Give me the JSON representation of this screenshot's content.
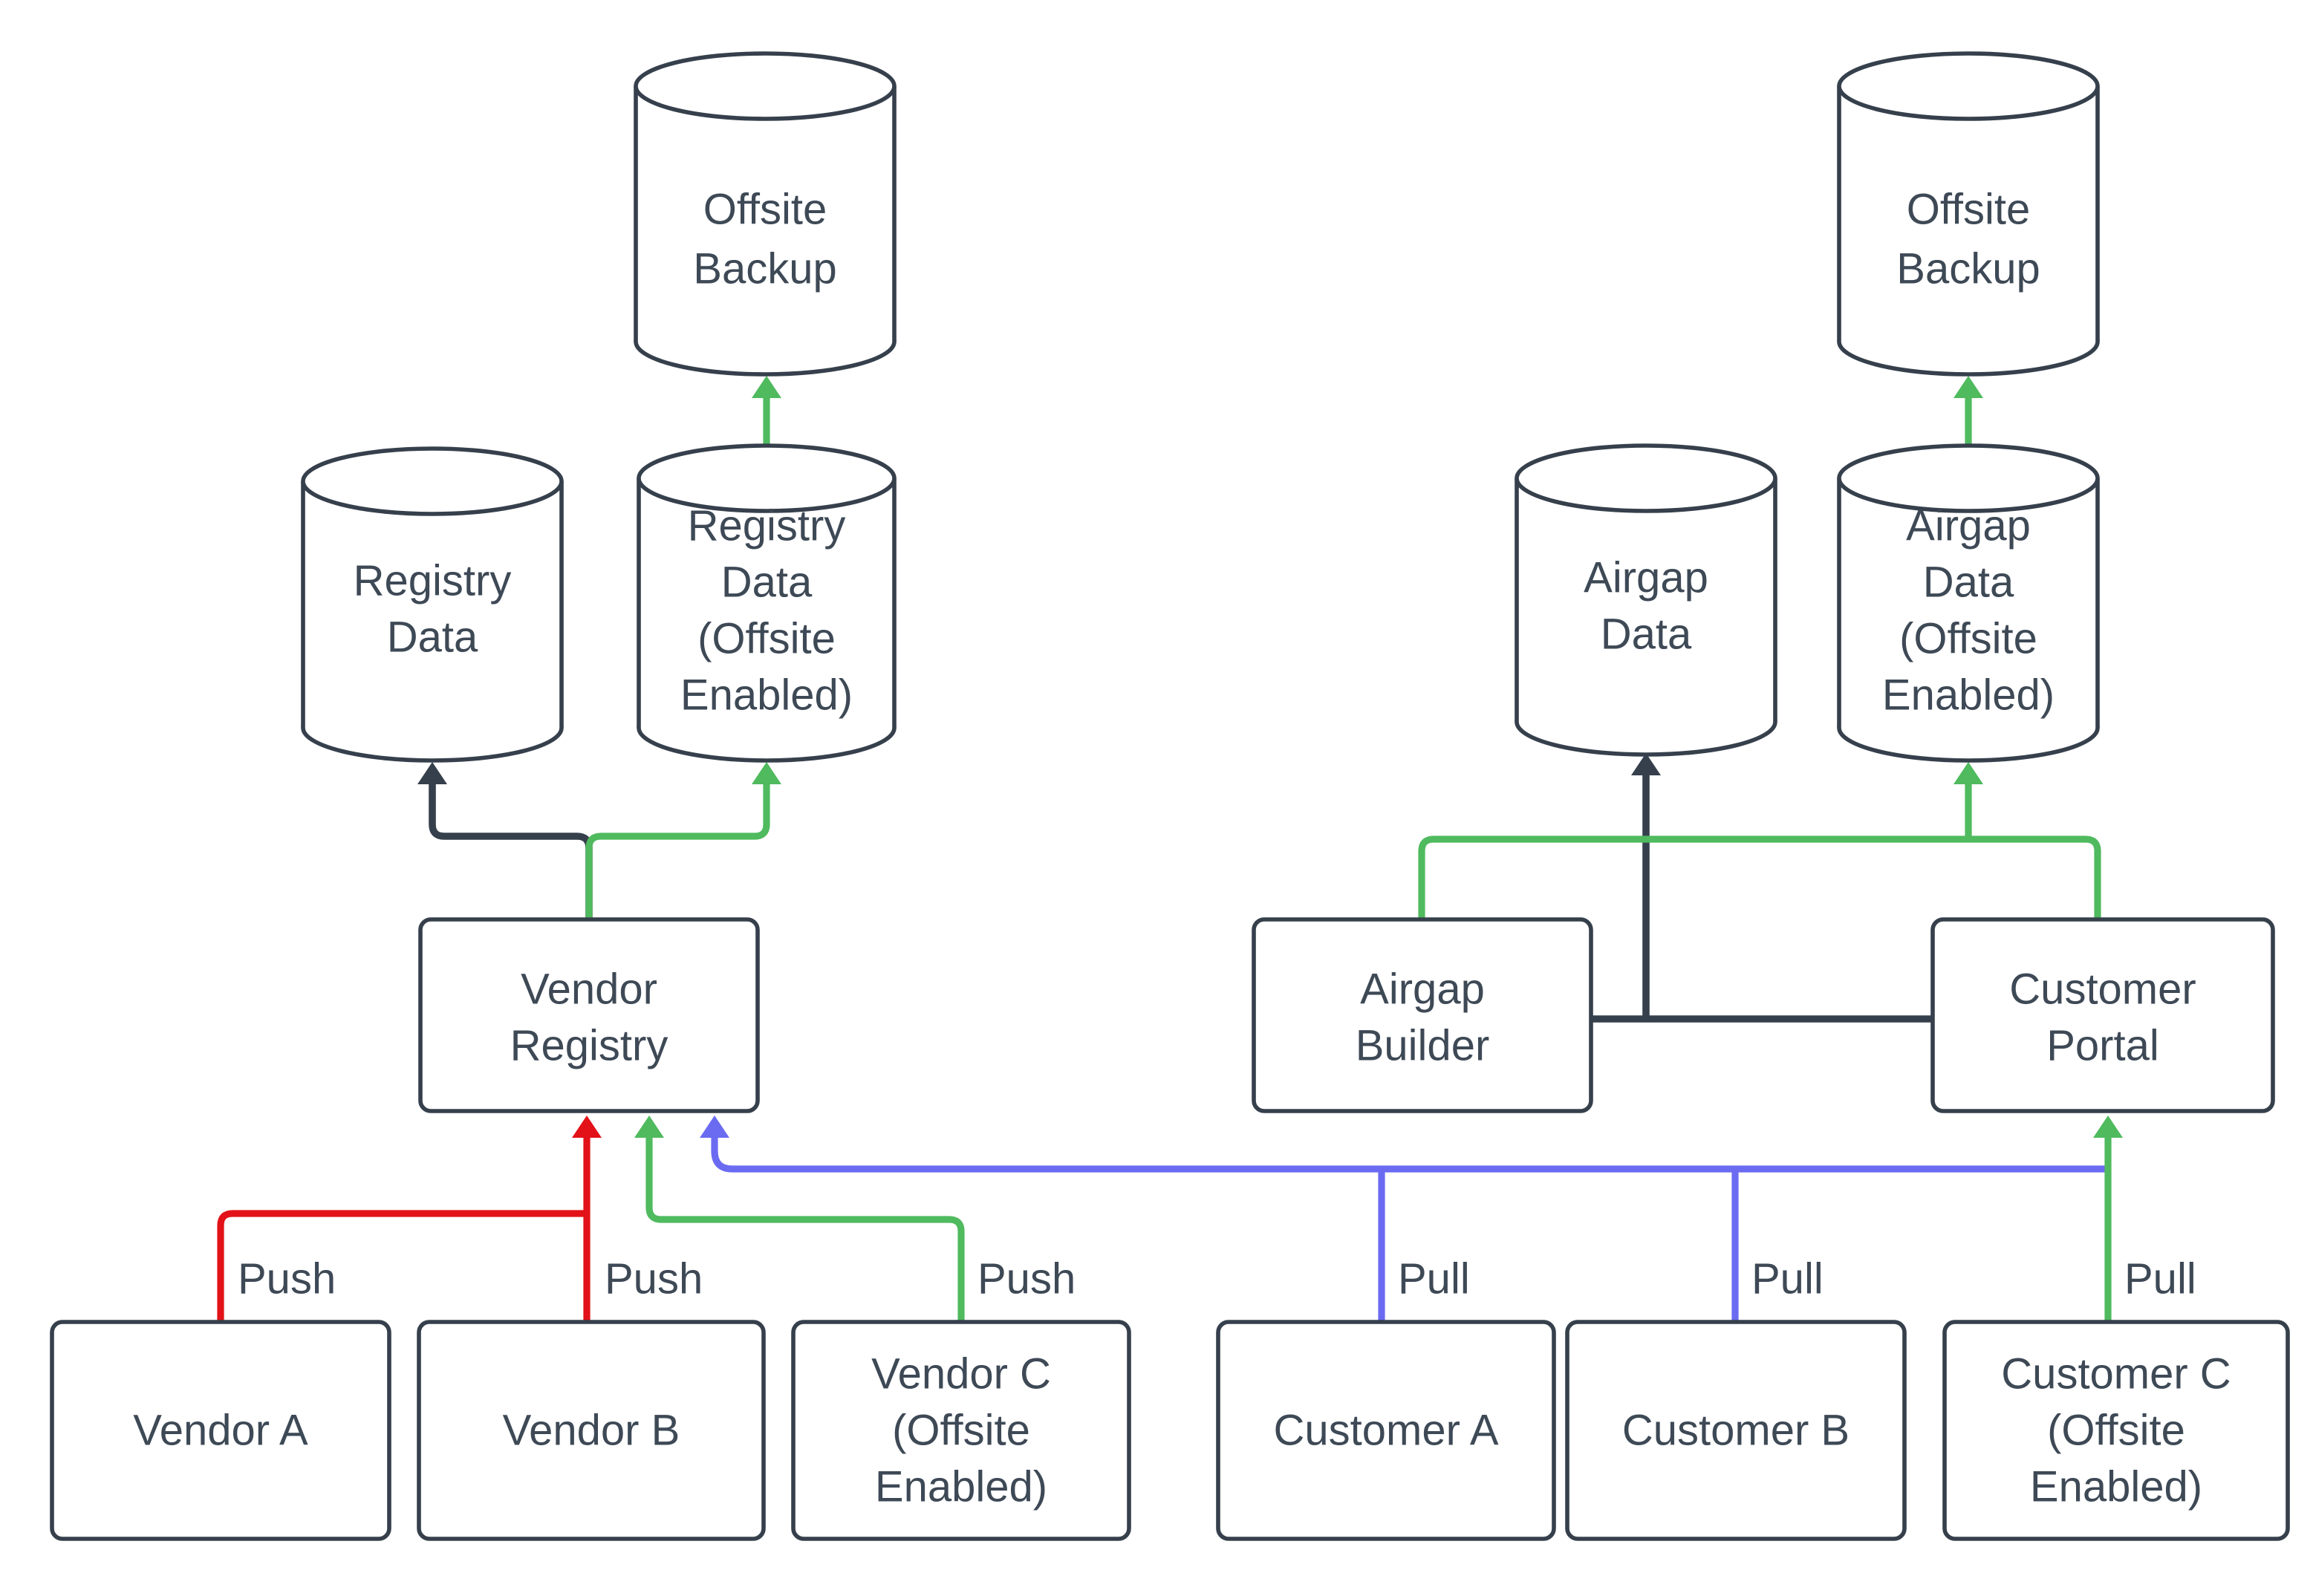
{
  "diagram": {
    "colors": {
      "dark": "#36404c",
      "text": "#3e4956",
      "red": "#e21218",
      "green": "#4fba5e",
      "blue": "#6b6bf2",
      "background": "#ffffff"
    },
    "nodes": {
      "offsite_backup_left": {
        "shape": "database",
        "label": "Offsite Backup",
        "lines": [
          "Offsite",
          "Backup"
        ]
      },
      "registry_data": {
        "shape": "database",
        "label": "Registry Data",
        "lines": [
          "Registry",
          "Data"
        ]
      },
      "registry_data_offsite": {
        "shape": "database",
        "label": "Registry Data (Offsite Enabled)",
        "lines": [
          "Registry",
          "Data",
          "(Offsite",
          "Enabled)"
        ]
      },
      "offsite_backup_right": {
        "shape": "database",
        "label": "Offsite Backup",
        "lines": [
          "Offsite",
          "Backup"
        ]
      },
      "airgap_data": {
        "shape": "database",
        "label": "Airgap Data",
        "lines": [
          "Airgap",
          "Data"
        ]
      },
      "airgap_data_offsite": {
        "shape": "database",
        "label": "Airgap Data (Offsite Enabled)",
        "lines": [
          "Airgap",
          "Data",
          "(Offsite",
          "Enabled)"
        ]
      },
      "vendor_registry": {
        "shape": "rect",
        "label": "Vendor Registry",
        "lines": [
          "Vendor",
          "Registry"
        ]
      },
      "airgap_builder": {
        "shape": "rect",
        "label": "Airgap Builder",
        "lines": [
          "Airgap",
          "Builder"
        ]
      },
      "customer_portal": {
        "shape": "rect",
        "label": "Customer Portal",
        "lines": [
          "Customer",
          "Portal"
        ]
      },
      "vendor_a": {
        "shape": "rect",
        "label": "Vendor A",
        "lines": [
          "Vendor A"
        ]
      },
      "vendor_b": {
        "shape": "rect",
        "label": "Vendor B",
        "lines": [
          "Vendor B"
        ]
      },
      "vendor_c": {
        "shape": "rect",
        "label": "Vendor C (Offsite Enabled)",
        "lines": [
          "Vendor C",
          "(Offsite",
          "Enabled)"
        ]
      },
      "customer_a": {
        "shape": "rect",
        "label": "Customer A",
        "lines": [
          "Customer A"
        ]
      },
      "customer_b": {
        "shape": "rect",
        "label": "Customer B",
        "lines": [
          "Customer B"
        ]
      },
      "customer_c": {
        "shape": "rect",
        "label": "Customer C (Offsite Enabled)",
        "lines": [
          "Customer C",
          "(Offsite",
          "Enabled)"
        ]
      }
    },
    "edge_labels": {
      "push_vendor_a": "Push",
      "push_vendor_b": "Push",
      "push_vendor_c": "Push",
      "pull_customer_a": "Pull",
      "pull_customer_b": "Pull",
      "pull_customer_c": "Pull"
    },
    "edges": [
      {
        "from": "vendor_registry",
        "to": "registry_data",
        "color": "dark"
      },
      {
        "from": "vendor_registry",
        "to": "registry_data_offsite",
        "color": "green"
      },
      {
        "from": "registry_data_offsite",
        "to": "offsite_backup_left",
        "color": "green"
      },
      {
        "from": "vendor_a",
        "to": "vendor_registry",
        "color": "red",
        "label": "Push"
      },
      {
        "from": "vendor_b",
        "to": "vendor_registry",
        "color": "red",
        "label": "Push"
      },
      {
        "from": "vendor_c",
        "to": "vendor_registry",
        "color": "green",
        "label": "Push"
      },
      {
        "from": "customer_a",
        "to": "vendor_registry",
        "color": "blue",
        "label": "Pull"
      },
      {
        "from": "customer_b",
        "to": "vendor_registry",
        "color": "blue",
        "label": "Pull"
      },
      {
        "from": "customer_c",
        "to": "customer_portal",
        "color": "green",
        "label": "Pull"
      },
      {
        "from": "airgap_builder",
        "to": "airgap_data",
        "color": "dark"
      },
      {
        "from": "customer_portal",
        "to": "airgap_data",
        "color": "dark"
      },
      {
        "from": "airgap_builder",
        "to": "airgap_data_offsite",
        "color": "green"
      },
      {
        "from": "customer_portal",
        "to": "airgap_data_offsite",
        "color": "green"
      },
      {
        "from": "airgap_data_offsite",
        "to": "offsite_backup_right",
        "color": "green"
      }
    ]
  }
}
